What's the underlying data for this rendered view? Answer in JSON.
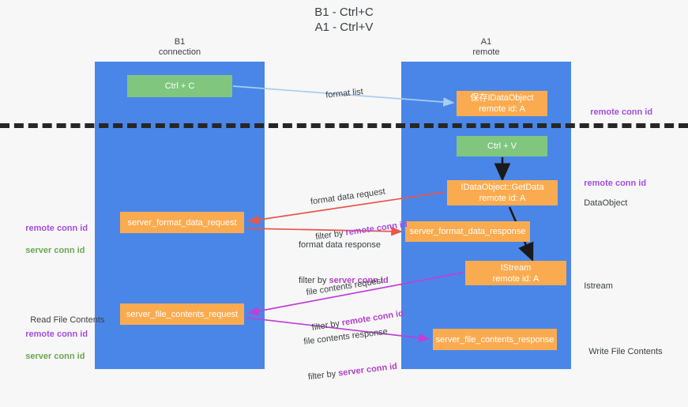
{
  "title": "B1 - Ctrl+C\nA1 - Ctrl+V",
  "lanes": [
    {
      "name": "b1",
      "header": "B1\nconnection",
      "color": "#4a86e8"
    },
    {
      "name": "a1",
      "header": "A1\nremote",
      "color": "#4a86e8"
    }
  ],
  "nodes": {
    "ctrl_c": "Ctrl + C",
    "data_object": "保存IDataObject\nremote id: A",
    "ctrl_v": "Ctrl + V",
    "get_data": "IDataObject::GetData\nremote id: A",
    "server_format_data_request": "server_format_data_request",
    "server_format_data_response": "server_format_data_response",
    "istream": "IStream\nremote id: A",
    "server_file_contents_request": "server_file_contents_request",
    "server_file_contents_response": "server_file_contents_response"
  },
  "edges": {
    "format_list": "format list",
    "format_data_request": "format data request",
    "format_data_request_filter_prefix": "filter by ",
    "format_data_request_filter_key": "remote conn id",
    "format_data_response": "format data response",
    "format_data_response_filter_prefix": "filter by ",
    "format_data_response_filter_key": "server conn id",
    "file_contents_request": "file contents request",
    "file_contents_request_filter_prefix": "filter by ",
    "file_contents_request_filter_key": "remote conn id",
    "file_contents_response": "file contents response",
    "file_contents_response_filter_prefix": "filter by ",
    "file_contents_response_filter_key": "server conn id"
  },
  "annotations": {
    "remote_conn_id_top": "remote conn id",
    "remote_conn_id_mid": "remote conn id",
    "data_object": "DataObject",
    "istream": "Istream",
    "write_file_contents": "Write File Contents",
    "read_file_contents": "Read File Contents",
    "left_remote_conn_id_1": "remote conn id",
    "left_server_conn_id_1": "server conn id",
    "left_remote_conn_id_2": "remote conn id",
    "left_server_conn_id_2": "server conn id"
  },
  "colors": {
    "lane": "#4a86e8",
    "green_node": "#80c67f",
    "orange_node": "#fbab4f",
    "purple_text": "#a64ce0",
    "green_text": "#6aa84f",
    "magenta_arrow": "#c13fd6",
    "red_arrow": "#e8574a",
    "light_blue_arrow": "#a8cdf0",
    "divider": "#262626",
    "background": "#f7f7f7"
  }
}
